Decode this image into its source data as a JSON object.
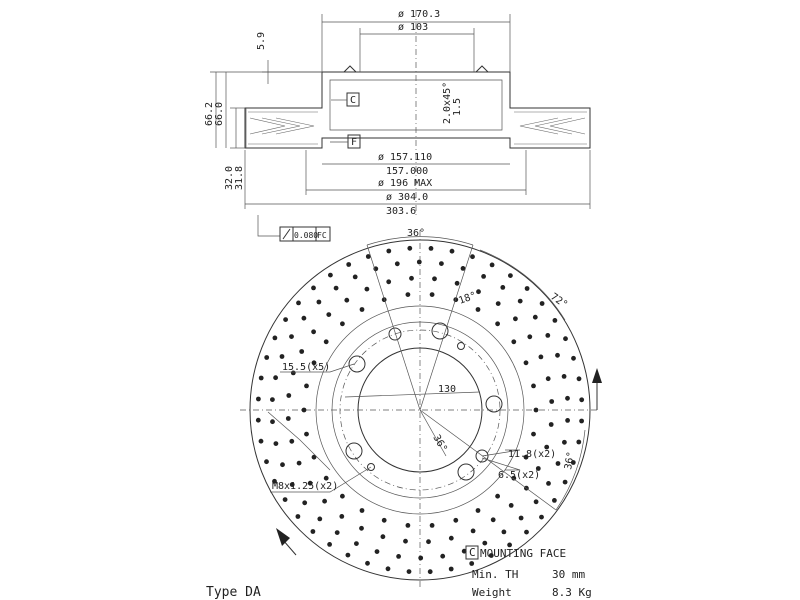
{
  "section": {
    "dia_hat_outer": "ø 170.3",
    "dia_hat_inner": "ø 103",
    "height_top": "5.9",
    "height_total_1": "66.2",
    "height_total_2": "66.0",
    "chamfer_1": "2.0x45°",
    "chamfer_2": "1.5",
    "label_c": "C",
    "label_f": "F",
    "dia_mount_1": "ø 157.110",
    "dia_mount_2": "157.000",
    "dia_max": "ø 196 MAX",
    "dia_outer_1": "ø 304.0",
    "dia_outer_2": "303.6",
    "thickness_1": "32.0",
    "thickness_2": "31.8",
    "tolerance": "0.080",
    "tolerance_ref": "FC"
  },
  "front": {
    "angle_top": "36°",
    "angle_18": "18°",
    "angle_72": "72°",
    "angle_36b": "36°",
    "angle_36c": "36°",
    "hole_15": "15.5(x5)",
    "pcd": "130",
    "hole_11": "11.8(x2)",
    "hole_6": "6.5(x2)",
    "thread": "M8x1.25(x2)"
  },
  "notes": {
    "mounting_label": "C",
    "mounting_face": "MOUNTING FACE",
    "min_th_label": "Min. TH",
    "min_th_value": "30 mm",
    "weight_label": "Weight",
    "weight_value": "8.3 Kg",
    "type": "Type DA"
  }
}
